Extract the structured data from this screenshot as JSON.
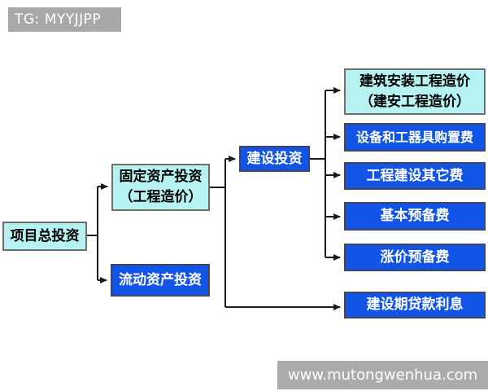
{
  "header": {
    "tag_label": "TG: MYYJJPP"
  },
  "watermark": {
    "url_text": "www.mutongwenhua.com"
  },
  "colors": {
    "cyan_fill": "#b6f2f2",
    "blue_fill": "#1254e6",
    "bar_gray": "#a8a8a8",
    "connector_line": "#1a1a1a",
    "text_on_blue": "#ffffff",
    "text_on_cyan": "#000000"
  },
  "diagram": {
    "nodes": {
      "total": {
        "label": "项目总投资"
      },
      "fixed": {
        "line1": "固定资产投资",
        "line2": "（工程造价）"
      },
      "current": {
        "label": "流动资产投资"
      },
      "construction": {
        "label": "建设投资"
      },
      "jianan": {
        "line1": "建筑安装工程造价",
        "line2": "（建安工程造价）"
      },
      "equipment": {
        "label": "设备和工器具购置费"
      },
      "other": {
        "label": "工程建设其它费"
      },
      "basic": {
        "label": "基本预备费"
      },
      "price": {
        "label": "涨价预备费"
      },
      "interest": {
        "label": "建设期贷款利息"
      }
    }
  }
}
